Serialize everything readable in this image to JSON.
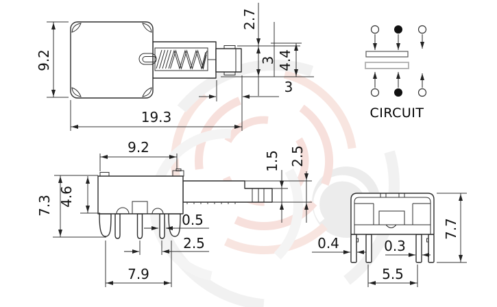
{
  "top_view": {
    "height": "9.2",
    "length": "19.3",
    "plunger_offset": "2.7",
    "plunger_height": "3",
    "shaft_height": "4.4",
    "plunger_length": "3"
  },
  "side_view": {
    "width": "9.2",
    "height": "7.3",
    "body_height": "4.6",
    "knob_drop": "1.5",
    "arm_height": "2.5",
    "pin_width": "0.5",
    "pin_pitch": "2.5",
    "pin_span": "7.9"
  },
  "end_view": {
    "outer_pin_width": "0.4",
    "pin_width": "0.3",
    "pin_span": "5.5",
    "height": "7.7"
  },
  "circuit": {
    "label": "CIRCUIT"
  },
  "colors": {
    "line": "#2b2b2b",
    "watermark_red": "#f3cdc6",
    "watermark_gray": "#e7e7e7",
    "contact_bar_gray": "#b5b5b5"
  }
}
